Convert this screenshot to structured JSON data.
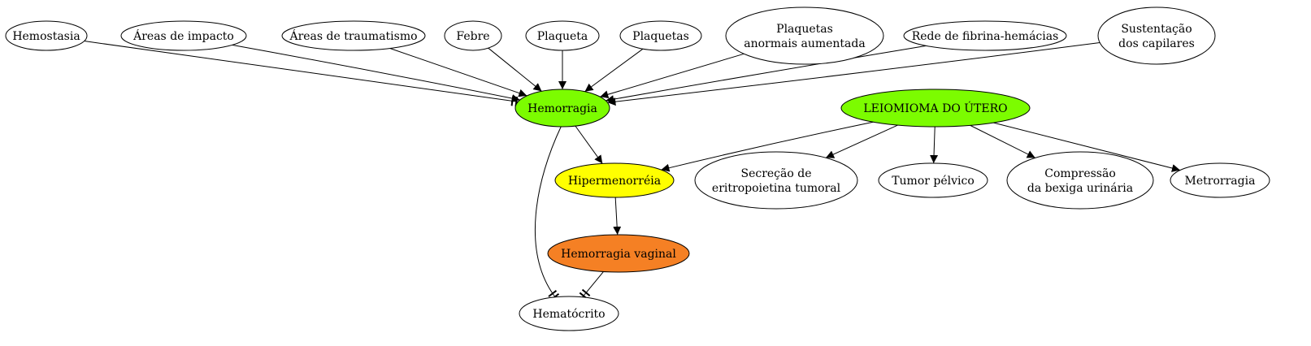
{
  "colors": {
    "default_fill": "#ffffff",
    "green": "#7cfc00",
    "yellow": "#ffff00",
    "orange": "#f58024",
    "stroke": "#000000"
  },
  "nodes": [
    {
      "id": "hemostasia",
      "lines": [
        "Hemostasia"
      ],
      "color": "default_fill"
    },
    {
      "id": "areas-impacto",
      "lines": [
        "Áreas de impacto"
      ],
      "color": "default_fill"
    },
    {
      "id": "areas-traumatismo",
      "lines": [
        "Áreas de traumatismo"
      ],
      "color": "default_fill"
    },
    {
      "id": "febre",
      "lines": [
        "Febre"
      ],
      "color": "default_fill"
    },
    {
      "id": "plaqueta",
      "lines": [
        "Plaqueta"
      ],
      "color": "default_fill"
    },
    {
      "id": "plaquetas",
      "lines": [
        "Plaquetas"
      ],
      "color": "default_fill"
    },
    {
      "id": "plaquetas-anormais",
      "lines": [
        "Plaquetas",
        "anormais aumentada"
      ],
      "color": "default_fill"
    },
    {
      "id": "rede-fibrina",
      "lines": [
        "Rede de fibrina-hemácias"
      ],
      "color": "default_fill"
    },
    {
      "id": "sustentacao-capilares",
      "lines": [
        "Sustentação",
        "dos capilares"
      ],
      "color": "default_fill"
    },
    {
      "id": "hemorragia",
      "lines": [
        "Hemorragia"
      ],
      "color": "green"
    },
    {
      "id": "leiomioma",
      "lines": [
        "LEIOMIOMA DO ÚTERO"
      ],
      "color": "green"
    },
    {
      "id": "hipermenorreia",
      "lines": [
        "Hipermenorréia"
      ],
      "color": "yellow"
    },
    {
      "id": "secrecao-eritropoietina",
      "lines": [
        "Secreção de",
        "eritropoietina tumoral"
      ],
      "color": "default_fill"
    },
    {
      "id": "tumor-pelvico",
      "lines": [
        "Tumor pélvico"
      ],
      "color": "default_fill"
    },
    {
      "id": "compressao-bexiga",
      "lines": [
        "Compressão",
        "da bexiga urinária"
      ],
      "color": "default_fill"
    },
    {
      "id": "metrorragia",
      "lines": [
        "Metrorragia"
      ],
      "color": "default_fill"
    },
    {
      "id": "hemorragia-vaginal",
      "lines": [
        "Hemorragia vaginal"
      ],
      "color": "orange"
    },
    {
      "id": "hematocrito",
      "lines": [
        "Hematócrito"
      ],
      "color": "default_fill"
    }
  ],
  "edges": [
    {
      "from": "hemostasia",
      "to": "hemorragia",
      "head": "tee"
    },
    {
      "from": "areas-impacto",
      "to": "hemorragia",
      "head": "arrow"
    },
    {
      "from": "areas-traumatismo",
      "to": "hemorragia",
      "head": "arrow"
    },
    {
      "from": "febre",
      "to": "hemorragia",
      "head": "arrow"
    },
    {
      "from": "plaqueta",
      "to": "hemorragia",
      "head": "arrow"
    },
    {
      "from": "plaquetas",
      "to": "hemorragia",
      "head": "arrow"
    },
    {
      "from": "plaquetas-anormais",
      "to": "hemorragia",
      "head": "arrow"
    },
    {
      "from": "rede-fibrina",
      "to": "hemorragia",
      "head": "arrow"
    },
    {
      "from": "sustentacao-capilares",
      "to": "hemorragia",
      "head": "arrow"
    },
    {
      "from": "hemorragia",
      "to": "hipermenorreia",
      "head": "arrow"
    },
    {
      "from": "hemorragia",
      "to": "hematocrito",
      "head": "tee"
    },
    {
      "from": "leiomioma",
      "to": "hipermenorreia",
      "head": "arrow"
    },
    {
      "from": "leiomioma",
      "to": "secrecao-eritropoietina",
      "head": "arrow"
    },
    {
      "from": "leiomioma",
      "to": "tumor-pelvico",
      "head": "arrow"
    },
    {
      "from": "leiomioma",
      "to": "compressao-bexiga",
      "head": "arrow"
    },
    {
      "from": "leiomioma",
      "to": "metrorragia",
      "head": "arrow"
    },
    {
      "from": "hipermenorreia",
      "to": "hemorragia-vaginal",
      "head": "arrow"
    },
    {
      "from": "hemorragia-vaginal",
      "to": "hematocrito",
      "head": "tee"
    }
  ]
}
